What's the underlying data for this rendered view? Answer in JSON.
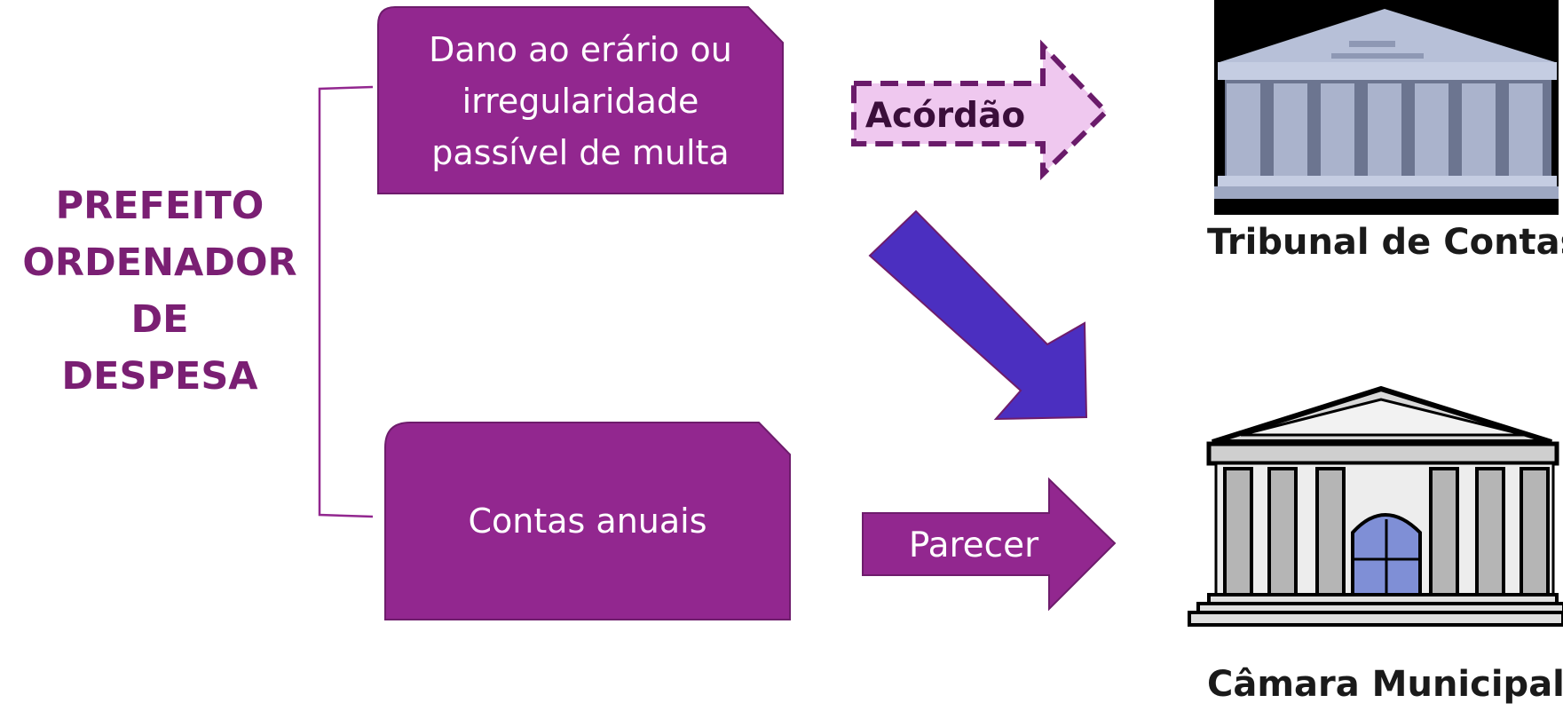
{
  "subject": {
    "lines": [
      "PREFEITO",
      "ORDENADOR",
      "DE",
      "DESPESA"
    ]
  },
  "cases": [
    {
      "text": "Dano ao erário ou\nirregularidade\npassível de multa"
    },
    {
      "text": "Contas anuais"
    }
  ],
  "arrows": {
    "top": {
      "label": "Acórdão"
    },
    "bottom": {
      "label": "Parecer"
    }
  },
  "institutions": {
    "tribunal": {
      "caption": "Tribunal de Contas",
      "icon": "tribunal-building-icon"
    },
    "camara": {
      "caption": "Câmara Municipal",
      "icon": "camara-building-icon"
    }
  },
  "colors": {
    "purple": "#92278f",
    "subject_text": "#7a1f73",
    "acordao_fill": "#efc8ef",
    "acordao_border": "#6a1b6a",
    "diagonal_arrow": "#4b2fc0"
  }
}
